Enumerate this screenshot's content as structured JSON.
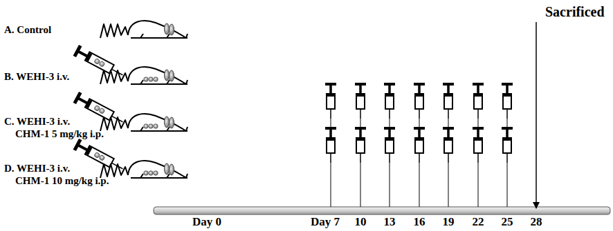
{
  "diagram": {
    "labels": [
      "A. Control",
      "B. WEHI-3 i.v.",
      "C. WEHI-3 i.v.",
      "CHM-1 5 mg/kg i.p.",
      "D. WEHI-3 i.v.",
      "CHM-1 10 mg/kg i.p.",
      "Sacrificed",
      "Day 0",
      "Day 7",
      "10",
      "13",
      "16",
      "19",
      "22",
      "25",
      "28"
    ]
  }
}
